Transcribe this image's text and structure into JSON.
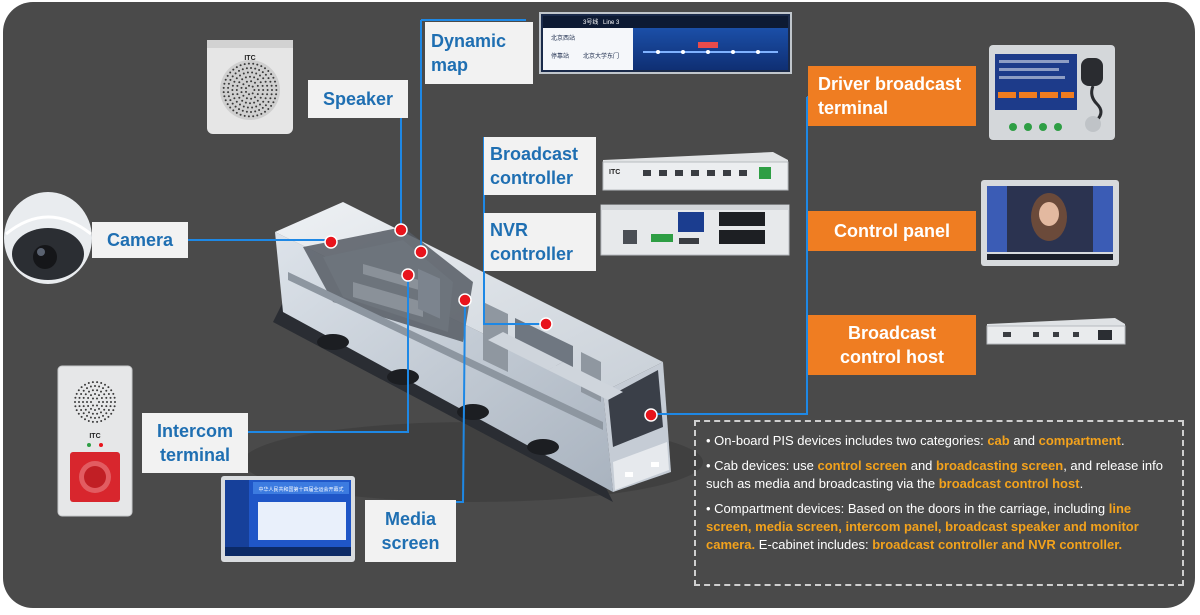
{
  "labels": {
    "speaker": "Speaker",
    "dynamic_map": [
      "Dynamic",
      "map"
    ],
    "camera": "Camera",
    "broadcast_controller": [
      "Broadcast",
      "controller"
    ],
    "nvr_controller": [
      "NVR",
      "controller"
    ],
    "intercom_terminal": [
      "Intercom",
      "terminal"
    ],
    "media_screen": [
      "Media",
      "screen"
    ],
    "driver_broadcast_terminal": [
      "Driver broadcast",
      "terminal"
    ],
    "control_panel": "Control panel",
    "broadcast_control_host": [
      "Broadcast",
      "control host"
    ]
  },
  "device_text": {
    "speaker_logo": "ITC",
    "intercom_logo": "ITC",
    "controller_logo": "ITC",
    "map_station": "北京西站",
    "map_line": "3号线",
    "map_line_en": "Line 3",
    "map_stop": "停靠站",
    "map_stop_name": "北京大学东门",
    "media_title": "中华人民共和国第十四届全运会开幕式"
  },
  "info": {
    "p1": {
      "a": "On-board PIS devices includes two categories: ",
      "b": "cab",
      "c": " and ",
      "d": "compartment",
      "e": "."
    },
    "p2": {
      "a": "Cab devices: use ",
      "b": "control screen",
      "c": " and ",
      "d": "broadcasting screen",
      "e": ", and release info such as media and broadcasting via the ",
      "f": "broadcast control host",
      "g": "."
    },
    "p3": {
      "a": "Compartment devices: Based on the doors in the carriage, including ",
      "b": "line screen, media screen, intercom panel, broadcast speaker and monitor camera.",
      "c": " E-cabinet includes: ",
      "d": "broadcast controller and NVR controller."
    }
  },
  "colors": {
    "background": "#4a4a4a",
    "label_text": "#1f6fb2",
    "accent_orange": "#ef7d22",
    "connector_line": "#1e88e5",
    "dot_red": "#e8141c",
    "highlight": "#f3a21c"
  }
}
